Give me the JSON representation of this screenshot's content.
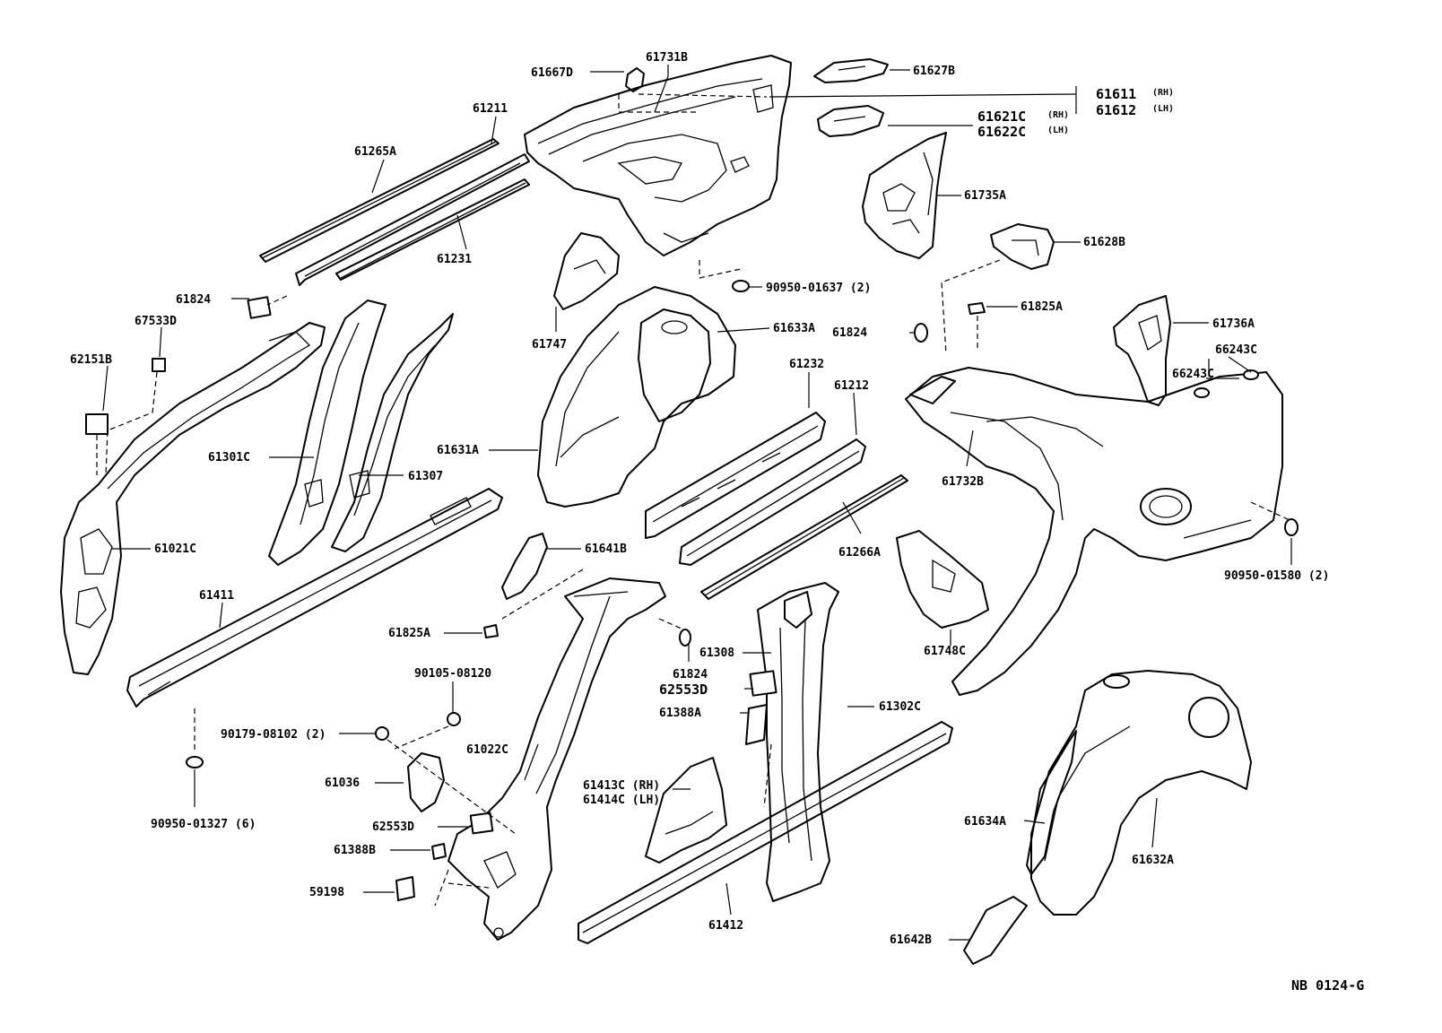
{
  "diagram": {
    "code": "NB 0124-G",
    "parts": {
      "p61667D": "61667D",
      "p61731B": "61731B",
      "p61627B": "61627B",
      "p61611": "61611",
      "p61611_side": "(RH)",
      "p61612": "61612",
      "p61612_side": "(LH)",
      "p61621C": "61621C",
      "p61621C_side": "(RH)",
      "p61622C": "61622C",
      "p61622C_side": "(LH)",
      "p61211": "61211",
      "p61265A": "61265A",
      "p61231": "61231",
      "p61735A": "61735A",
      "p61628B": "61628B",
      "p90950_01637": "90950-01637 (2)",
      "p61824_a": "61824",
      "p67533D": "67533D",
      "p61747": "61747",
      "p61633A": "61633A",
      "p61824_b": "61824",
      "p61825A_a": "61825A",
      "p61736A": "61736A",
      "p62151B": "62151B",
      "p66243C_a": "66243C",
      "p66243C_b": "66243C",
      "p61232": "61232",
      "p61212": "61212",
      "p61631A": "61631A",
      "p61301C": "61301C",
      "p61307": "61307",
      "p61732B": "61732B",
      "p61021C": "61021C",
      "p61641B": "61641B",
      "p61266A": "61266A",
      "p90950_01580": "90950-01580 (2)",
      "p61411": "61411",
      "p61825A_b": "61825A",
      "p61308": "61308",
      "p61748C": "61748C",
      "p90105_08120": "90105-08120",
      "p61824_c": "61824",
      "p62553D_a": "62553D",
      "p61388A_a": "61388A",
      "p61302C": "61302C",
      "p90179_08102": "90179-08102 (2)",
      "p61022C": "61022C",
      "p61036": "61036",
      "p61413C": "61413C (RH)",
      "p61414C": "61414C (LH)",
      "p90950_01327": "90950-01327 (6)",
      "p62553D_b": "62553D",
      "p61388B": "61388B",
      "p61634A": "61634A",
      "p61632A": "61632A",
      "p59198": "59198",
      "p61412": "61412",
      "p61642B": "61642B"
    }
  }
}
